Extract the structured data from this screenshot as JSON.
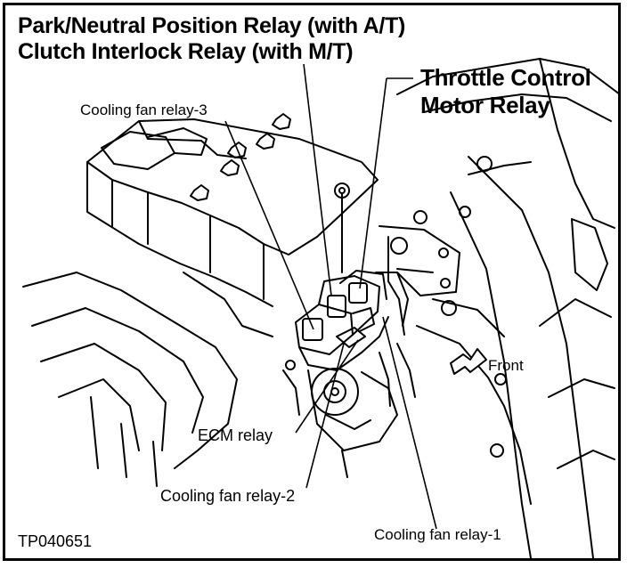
{
  "labels": {
    "park_neutral": "Park/Neutral Position Relay (with A/T)",
    "clutch_interlock": "Clutch Interlock Relay (with M/T)",
    "throttle_control_1": "Throttle Control",
    "throttle_control_2": "Motor Relay",
    "cooling_fan_3": "Cooling fan relay-3",
    "front": "Front",
    "ecm_relay": "ECM relay",
    "cooling_fan_2": "Cooling fan relay-2",
    "cooling_fan_1": "Cooling fan relay-1",
    "figure_id": "TP040651"
  },
  "colors": {
    "ink": "#000000",
    "paper": "#ffffff"
  }
}
